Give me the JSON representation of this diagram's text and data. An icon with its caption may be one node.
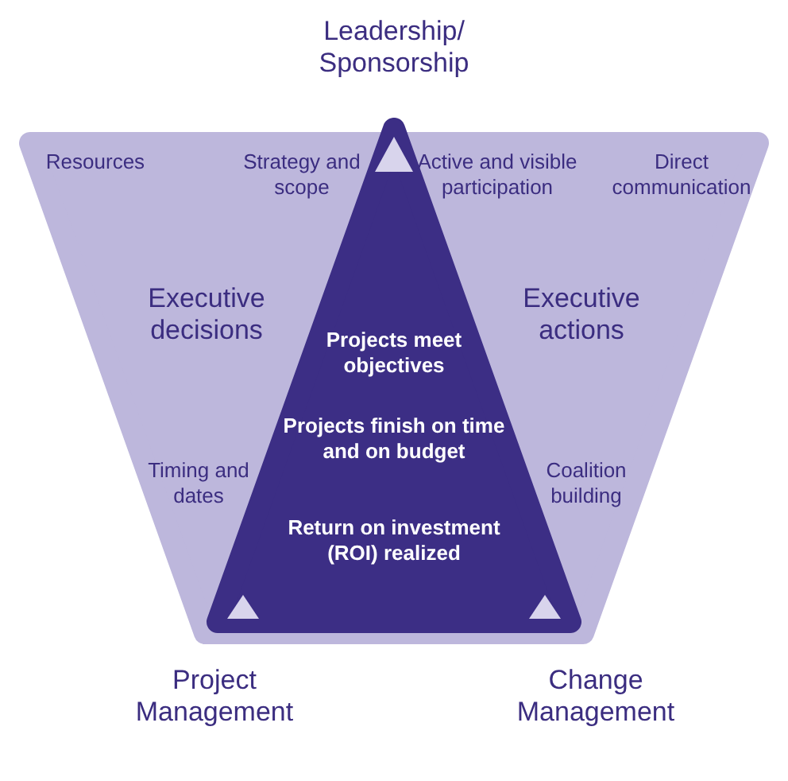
{
  "diagram": {
    "nodes": [
      {
        "text": [
          "Resources",
          "Strategy and scope",
          "Active and visible participation",
          "Direct communication",
          "Executive decisions",
          "Executive actions",
          "Timing and dates",
          "Coalition building"
        ]
      },
      {
        "text": [
          "Projects meet objectives",
          "Projects finish on time and on budget",
          "Return on investment (ROI) realized"
        ],
        "in": 0
      }
    ],
    "labels": [
      "Leadership/ Sponsorship",
      "Project Management",
      "Change Management"
    ]
  }
}
